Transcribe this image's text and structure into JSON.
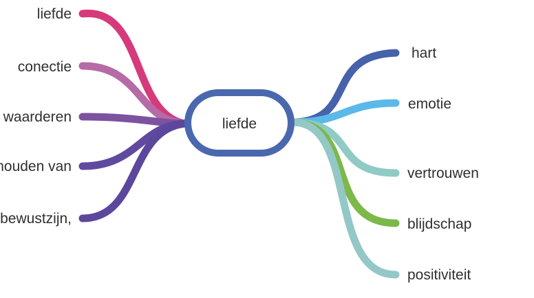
{
  "mindmap": {
    "center": {
      "label": "liefde",
      "border_color": "#4a68ad"
    },
    "left_branches": [
      {
        "label": "liefde",
        "color": "#d63a7a"
      },
      {
        "label": "conectie",
        "color": "#b66aa6"
      },
      {
        "label": "waarderen",
        "color": "#7d52a1"
      },
      {
        "label": "houden van",
        "color": "#5f4a9f"
      },
      {
        "label": "bewustzijn,",
        "color": "#5c479d"
      }
    ],
    "right_branches": [
      {
        "label": "hart",
        "color": "#4662aa"
      },
      {
        "label": "emotie",
        "color": "#5ab9e9"
      },
      {
        "label": "vertrouwen",
        "color": "#8fcac4"
      },
      {
        "label": "blijdschap",
        "color": "#7cb84a"
      },
      {
        "label": "positiviteit",
        "color": "#93c8c6"
      }
    ]
  }
}
